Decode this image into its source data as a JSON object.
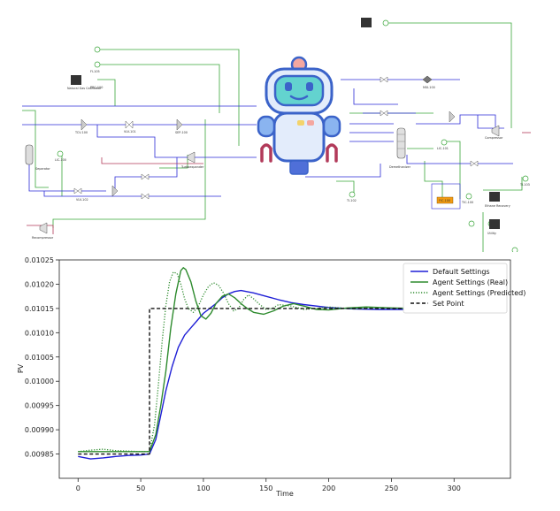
{
  "diagram": {
    "labels": {
      "nat_gas": "Natural Gas Calculator",
      "fi_105": "FI-105",
      "pbc_100": "PBC-100",
      "separator": "Separator",
      "lic_100": "LIC-100",
      "tcv_100": "TCV-100",
      "vlv_101": "VLV-101",
      "sep_100": "SEP-100",
      "vlv_102": "VLV-102",
      "turboexpander": "Turboexpander",
      "dehexanizer": "Demethanizer",
      "compressor_1": "Recompressor",
      "compressor_2": "Compressor",
      "mix_100": "MIX-100",
      "lic_101": "LIC-101",
      "fic_100": "FIC-100",
      "ti_102": "TI-102",
      "ti_103": "TI-103",
      "tic_100": "TIC-100",
      "ethane": "Ethane Recovery",
      "utility": "Utility"
    },
    "colors": {
      "stream": "#2b2bd6",
      "signal": "#3aa63a",
      "energy": "#b23a5a",
      "equip": "#555555"
    }
  },
  "robot": {
    "name": "robot-mascot-icon",
    "colors": {
      "body": "#e3ecfb",
      "outline": "#3b63c9",
      "face": "#63d3cf",
      "arm": "#8ab4f0",
      "feet": "#4f6fd8",
      "antenna": "#f4a7a0"
    }
  },
  "chart_data": {
    "type": "line",
    "xlabel": "Time",
    "ylabel": "PV",
    "xlim": [
      -15,
      345
    ],
    "ylim": [
      0.0098,
      0.01025
    ],
    "xticks": [
      0,
      50,
      100,
      150,
      200,
      250,
      300
    ],
    "yticks": [
      0.00985,
      0.0099,
      0.00995,
      0.01,
      0.01005,
      0.0101,
      0.01015,
      0.0102,
      0.01025
    ],
    "ytick_labels": [
      "0.00985",
      "0.00990",
      "0.00995",
      "0.01000",
      "0.01005",
      "0.01010",
      "0.01015",
      "0.01020",
      "0.01025"
    ],
    "legend_position": "top-right",
    "series": [
      {
        "name": "Default Settings",
        "color": "#1f1fd6",
        "style": "solid",
        "x": [
          0,
          10,
          20,
          30,
          40,
          50,
          57,
          62,
          66,
          70,
          75,
          80,
          85,
          90,
          95,
          100,
          105,
          110,
          115,
          120,
          125,
          130,
          140,
          150,
          160,
          170,
          180,
          200,
          220,
          240,
          260,
          280,
          300,
          325
        ],
        "y": [
          0.009845,
          0.00984,
          0.009842,
          0.009845,
          0.009847,
          0.009848,
          0.00985,
          0.00988,
          0.00993,
          0.00998,
          0.01003,
          0.01007,
          0.010095,
          0.01011,
          0.010125,
          0.01014,
          0.01015,
          0.01016,
          0.010172,
          0.01018,
          0.010185,
          0.010187,
          0.010182,
          0.010175,
          0.010168,
          0.010162,
          0.010158,
          0.010152,
          0.010149,
          0.010148,
          0.010148,
          0.010149,
          0.01015,
          0.01015
        ]
      },
      {
        "name": "Agent Settings (Real)",
        "color": "#2e8b2e",
        "style": "solid",
        "x": [
          0,
          10,
          20,
          30,
          40,
          50,
          57,
          62,
          66,
          70,
          74,
          78,
          82,
          84,
          86,
          90,
          94,
          98,
          102,
          106,
          110,
          115,
          120,
          125,
          130,
          135,
          140,
          148,
          156,
          164,
          172,
          180,
          190,
          200,
          215,
          230,
          250,
          270,
          300,
          325
        ],
        "y": [
          0.009855,
          0.009855,
          0.009855,
          0.009855,
          0.009855,
          0.009855,
          0.009855,
          0.00989,
          0.00995,
          0.01002,
          0.01011,
          0.01018,
          0.010228,
          0.010234,
          0.01023,
          0.010205,
          0.010165,
          0.010135,
          0.010128,
          0.01014,
          0.01016,
          0.010175,
          0.01018,
          0.010172,
          0.01016,
          0.01015,
          0.010142,
          0.010138,
          0.010145,
          0.010155,
          0.01016,
          0.010155,
          0.010148,
          0.010147,
          0.010151,
          0.010153,
          0.010151,
          0.01015,
          0.01015,
          0.01015
        ]
      },
      {
        "name": "Agent Settings (Predicted)",
        "color": "#2e8b2e",
        "style": "dotted",
        "x": [
          0,
          10,
          20,
          30,
          40,
          50,
          57,
          61,
          64,
          67,
          70,
          73,
          76,
          79,
          82,
          85,
          88,
          92,
          96,
          100,
          104,
          108,
          112,
          116,
          120,
          124,
          128,
          132,
          136,
          140,
          145,
          150,
          155,
          160,
          170,
          180,
          190,
          200,
          220,
          240,
          260,
          280,
          300,
          320,
          325
        ],
        "y": [
          0.009855,
          0.009858,
          0.00986,
          0.009857,
          0.009856,
          0.009855,
          0.009855,
          0.00991,
          0.00999,
          0.01008,
          0.010155,
          0.010205,
          0.010225,
          0.010222,
          0.0102,
          0.01017,
          0.01015,
          0.010142,
          0.010155,
          0.010178,
          0.010195,
          0.010203,
          0.010198,
          0.010182,
          0.01016,
          0.010145,
          0.01015,
          0.010168,
          0.010178,
          0.01017,
          0.010158,
          0.010148,
          0.01015,
          0.010158,
          0.010155,
          0.010148,
          0.01015,
          0.010153,
          0.010149,
          0.010152,
          0.01015,
          0.010153,
          0.010149,
          0.010152,
          0.01015
        ]
      },
      {
        "name": "Set Point",
        "color": "#111111",
        "style": "dashed",
        "x": [
          0,
          57,
          57,
          325
        ],
        "y": [
          0.00985,
          0.00985,
          0.01015,
          0.01015
        ]
      }
    ]
  }
}
